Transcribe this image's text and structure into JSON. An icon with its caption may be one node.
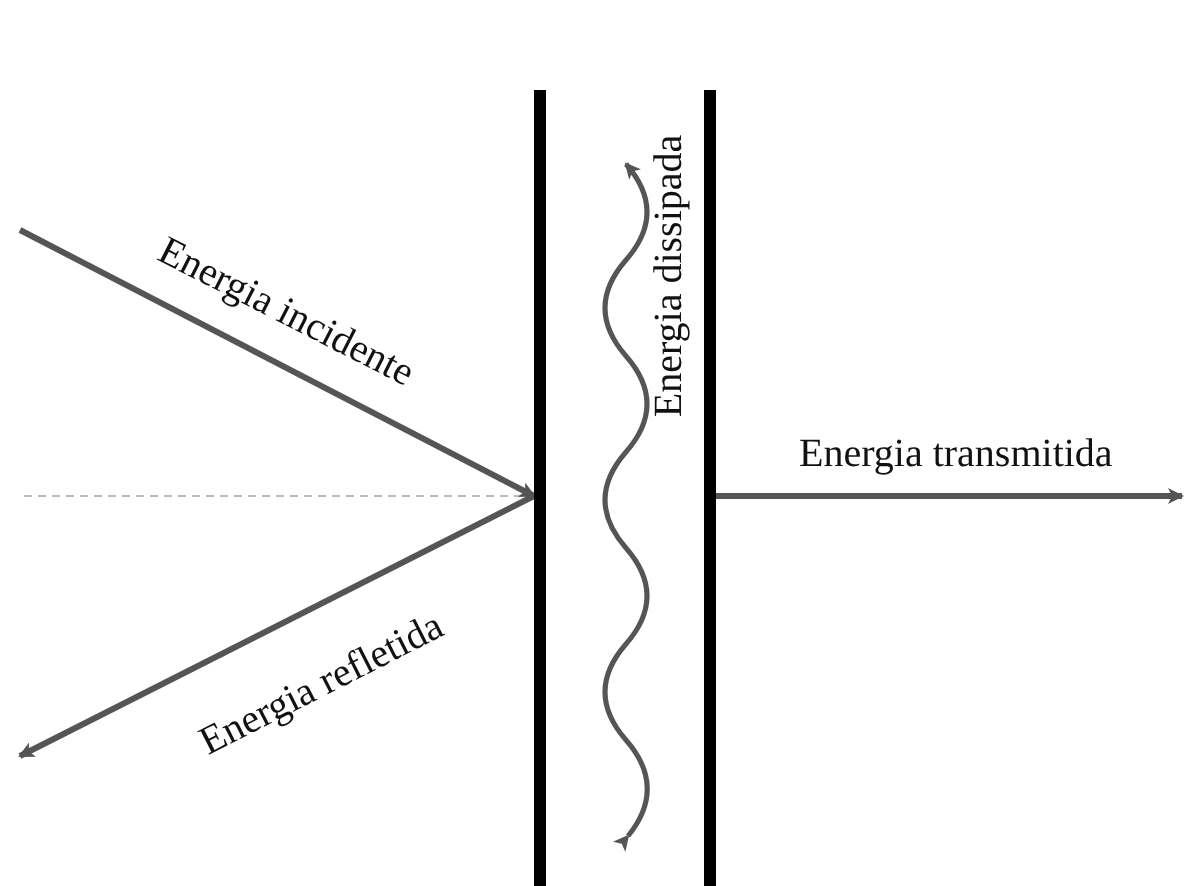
{
  "diagram": {
    "nodes": [
      {
        "text": [],
        "shape": "bar"
      },
      {
        "text": [],
        "shape": "bar"
      }
    ],
    "edges": [
      {
        "from": null,
        "to": 0,
        "arrow": "to",
        "label": "Energia incidente"
      },
      {
        "from": 0,
        "to": null,
        "arrow": "to",
        "label": "Energia refletida"
      },
      {
        "from": 1,
        "to": null,
        "arrow": "to",
        "label": "Energia transmitida"
      }
    ],
    "labels": [
      "Energia dissipada"
    ]
  }
}
